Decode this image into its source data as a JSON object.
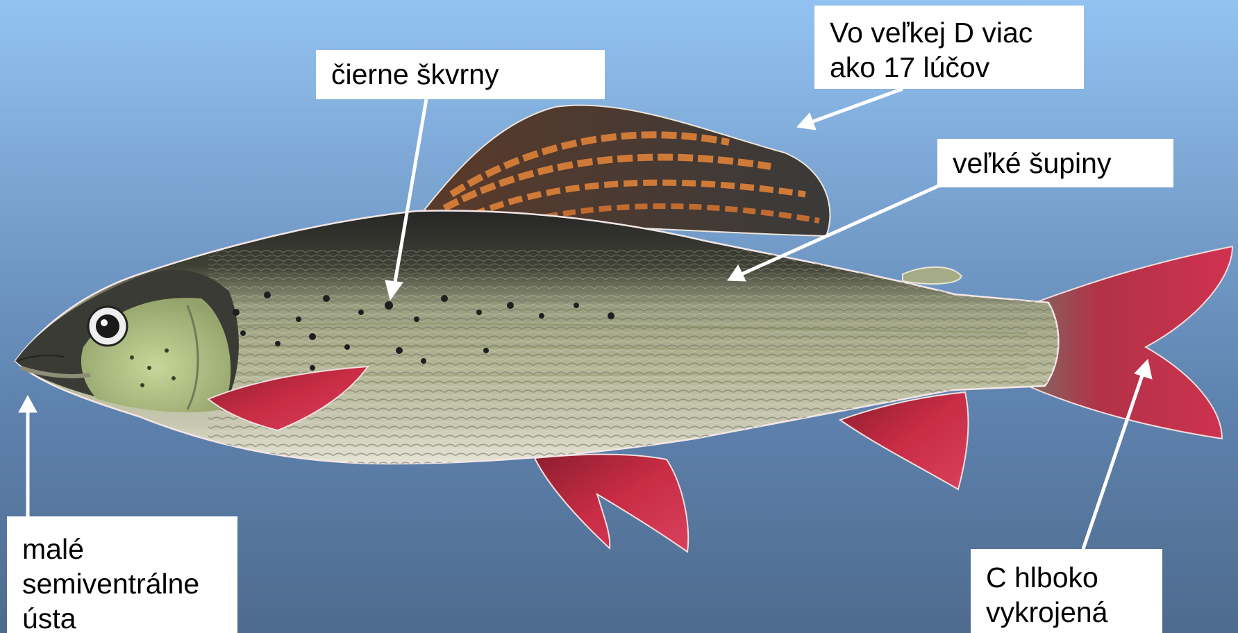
{
  "labels": {
    "black_spots": "čierne škvrny",
    "dorsal_fin_rays": "Vo veľkej D viac\nako 17 lúčov",
    "large_scales": "veľké šupiny",
    "small_mouth": "malé\nsemiventrálne\nústa",
    "caudal_fin": "C hlboko\nvykrojená"
  },
  "colors": {
    "background_top": "#93c2f1",
    "background_bottom": "#4e6b8e",
    "fin_red": "#c0283f",
    "dorsal_orange": "#d07a38",
    "body_silver": "#a9ab8c",
    "back_dark": "#2c2a2a",
    "arrow": "#ffffff"
  }
}
